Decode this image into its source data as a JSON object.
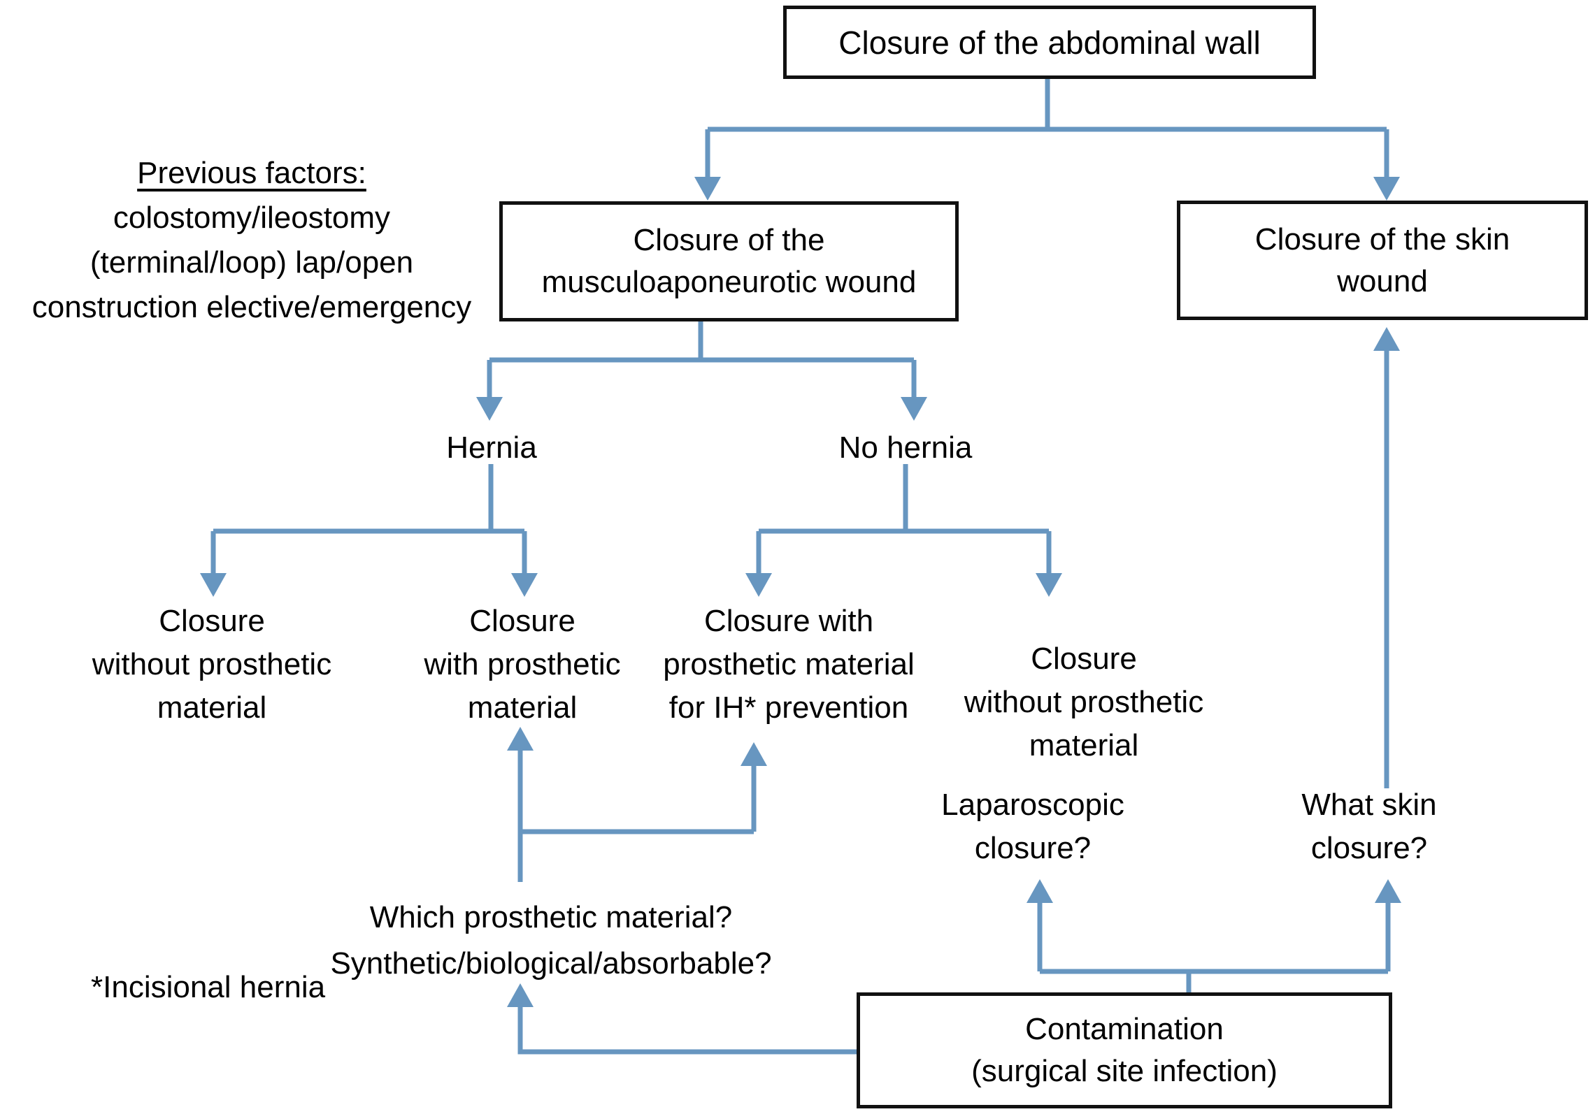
{
  "diagram": {
    "root_box": {
      "label": "Closure of the abdominal wall"
    },
    "previous_factors": {
      "heading": "Previous factors:",
      "lines": [
        "colostomy/ileostomy",
        "(terminal/loop) lap/open",
        "construction elective/emergency"
      ]
    },
    "musculo_box": {
      "lines": [
        "Closure of the",
        "musculoaponeurotic wound"
      ]
    },
    "skin_box": {
      "lines": [
        "Closure of the skin",
        "wound"
      ]
    },
    "branch_labels": {
      "hernia": "Hernia",
      "no_hernia": "No hernia"
    },
    "leaves": [
      {
        "lines": [
          "Closure",
          "without prosthetic",
          "material"
        ]
      },
      {
        "lines": [
          "Closure",
          "with prosthetic",
          "material"
        ]
      },
      {
        "lines": [
          "Closure with",
          "prosthetic material",
          "for IH* prevention"
        ]
      },
      {
        "lines": [
          "Closure",
          "without prosthetic",
          "material"
        ]
      }
    ],
    "question_prosthetic": {
      "lines": [
        "Which prosthetic material?",
        "Synthetic/biological/absorbable?"
      ]
    },
    "footnote": "*Incisional hernia",
    "question_laparoscopic": {
      "lines": [
        "Laparoscopic",
        "closure?"
      ]
    },
    "question_skin": {
      "lines": [
        "What skin",
        "closure?"
      ]
    },
    "contamination_box": {
      "lines": [
        "Contamination",
        "(surgical site infection)"
      ]
    },
    "colors": {
      "connector": "#6796C0",
      "box_border": "#111111",
      "text": "#000000",
      "background": "#FFFFFF"
    }
  }
}
